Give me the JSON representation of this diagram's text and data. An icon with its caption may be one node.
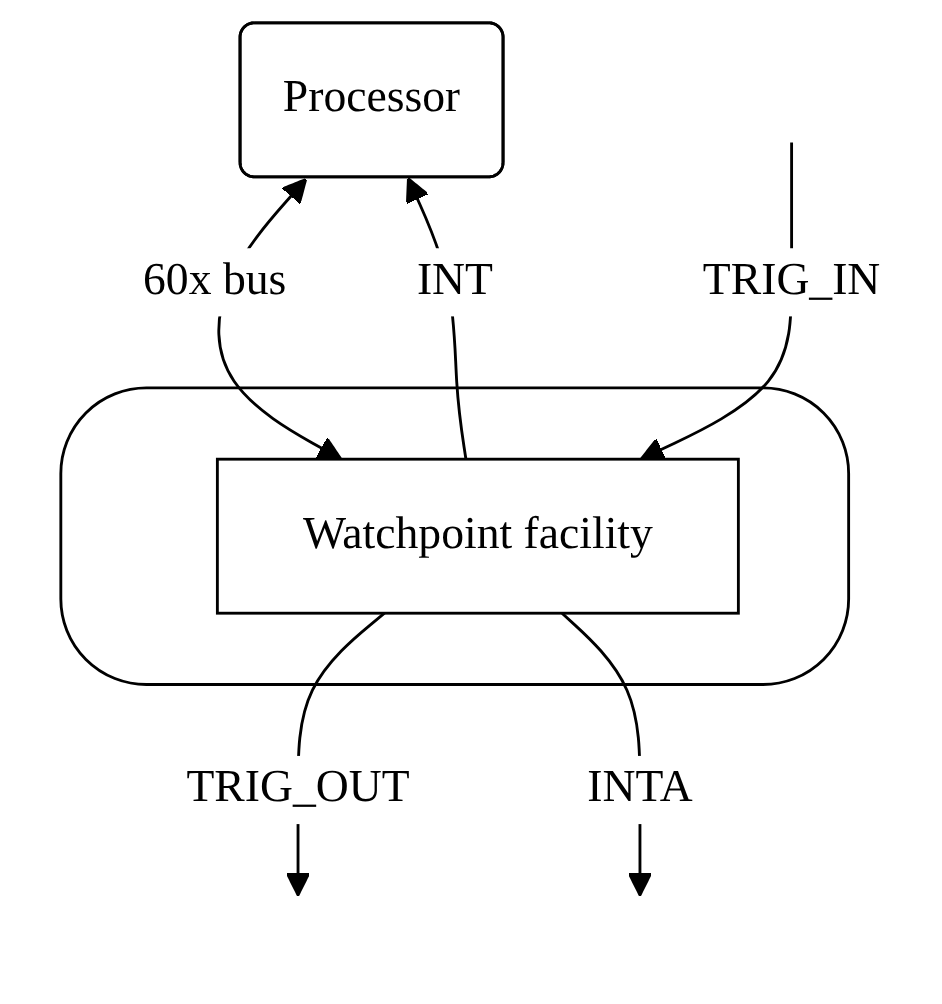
{
  "diagram": {
    "nodes": [
      {
        "text": [
          "Processor"
        ]
      },
      {
        "text": [],
        "shape": "box"
      },
      {
        "text": [
          "Watchpoint facility"
        ],
        "in": 1
      }
    ],
    "edges": [
      {
        "from": 0,
        "to": 2,
        "arrow": "both",
        "label": "60x bus"
      },
      {
        "from": 2,
        "to": 0,
        "arrow": "to",
        "label": "INT"
      },
      {
        "from": 2,
        "to": null,
        "arrow": "to",
        "label": "TRIG_OUT"
      },
      {
        "from": null,
        "to": 2,
        "arrow": "to",
        "label": "TRIG_IN"
      },
      {
        "from": 2,
        "to": null,
        "arrow": "to",
        "label": "INTA"
      }
    ]
  }
}
